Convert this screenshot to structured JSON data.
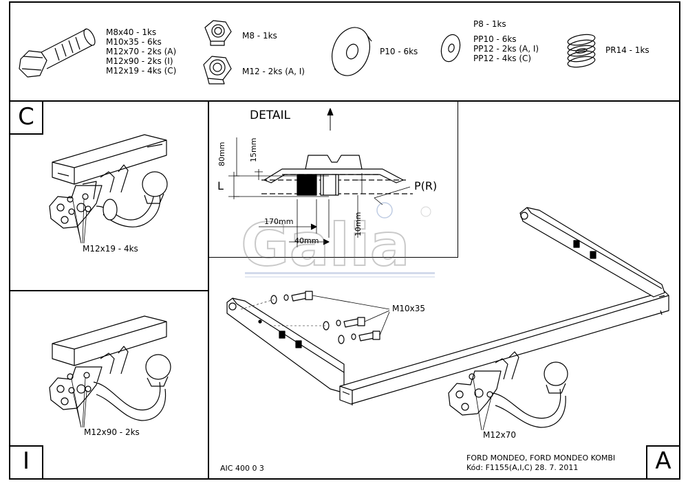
{
  "hardware": {
    "bolt_items": [
      "M8x40 - 1ks",
      "M10x35 - 6ks",
      "M12x70 - 2ks (A)",
      "M12x90 - 2ks (I)",
      "M12x19 - 4ks (C)"
    ],
    "nut_m8": "M8 - 1ks",
    "nut_m12": "M12 - 2ks (A, I)",
    "washer_p10": "P10 - 6ks",
    "washer_items": [
      "P8 - 1ks",
      "PP10 - 6ks",
      "PP12 - 2ks (A, I)",
      "PP12 - 4ks (C)"
    ],
    "spring": "PR14 - 1ks"
  },
  "panels": {
    "c": {
      "letter": "C",
      "label": "M12x19 - 4ks"
    },
    "i": {
      "letter": "I",
      "label": "M12x90 - 2ks"
    },
    "a": {
      "letter": "A",
      "bolt_label": "M10x35",
      "bolt70_label": "M12x70"
    }
  },
  "detail": {
    "title": "DETAIL",
    "l": "L",
    "pr": "P(R)",
    "d80": "80mm",
    "d15": "15mm",
    "d170": "170mm",
    "d40": "40mm",
    "d10": "10mm"
  },
  "watermark": "Galia",
  "footer": {
    "code": "AIC 400 0 3",
    "model": "FORD MONDEO, FORD MONDEO KOMBI",
    "kod": "Kód: F1155(A,I,C)  28. 7. 2011"
  }
}
